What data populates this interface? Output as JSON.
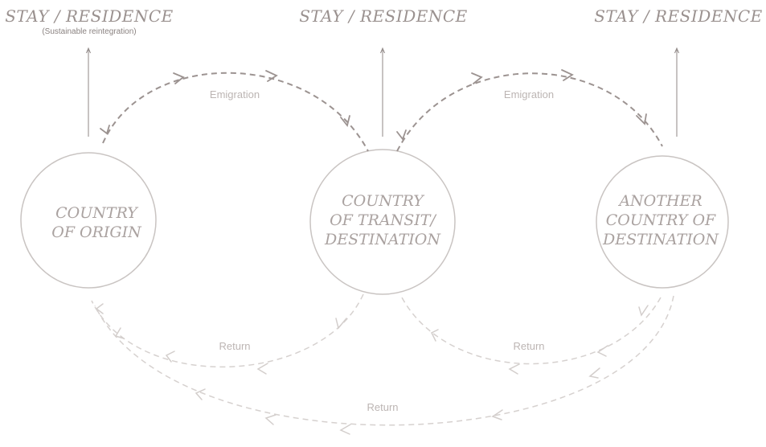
{
  "header": {
    "stay_labels": [
      "STAY / RESIDENCE",
      "STAY / RESIDENCE",
      "STAY / RESIDENCE"
    ],
    "first_stay_note": "(Sustainable reintegration)"
  },
  "nodes": {
    "origin": [
      "COUNTRY",
      "OF ORIGIN"
    ],
    "transit": [
      "COUNTRY",
      "OF TRANSIT/",
      "DESTINATION"
    ],
    "another": [
      "ANOTHER",
      "COUNTRY OF",
      "DESTINATION"
    ]
  },
  "flows": {
    "emigration_1": "Emigration",
    "emigration_2": "Emigration",
    "return_1": "Return",
    "return_2": "Return",
    "return_3": "Return"
  },
  "colors": {
    "circle_stroke": "#c9c4c2",
    "emigration_stroke": "#9c9391",
    "return_stroke": "#d6d1cf",
    "stay_arrow": "#8f8785"
  }
}
